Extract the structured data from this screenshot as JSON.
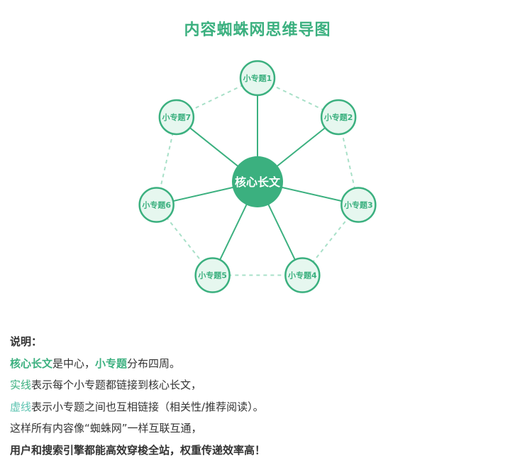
{
  "title": "内容蜘蛛网思维导图",
  "diagram": {
    "center": {
      "label": "核心长文"
    },
    "nodes": [
      {
        "id": 1,
        "label": "小专题1"
      },
      {
        "id": 2,
        "label": "小专题2"
      },
      {
        "id": 3,
        "label": "小专题3"
      },
      {
        "id": 4,
        "label": "小专题4"
      },
      {
        "id": 5,
        "label": "小专题5"
      },
      {
        "id": 6,
        "label": "小专题6"
      },
      {
        "id": 7,
        "label": "小专题7"
      }
    ],
    "links_solid": [
      [
        0,
        1
      ],
      [
        0,
        2
      ],
      [
        0,
        3
      ],
      [
        0,
        4
      ],
      [
        0,
        5
      ],
      [
        0,
        6
      ],
      [
        0,
        7
      ]
    ],
    "links_dashed": [
      [
        1,
        2
      ],
      [
        2,
        3
      ],
      [
        3,
        4
      ],
      [
        4,
        5
      ],
      [
        5,
        6
      ],
      [
        6,
        7
      ],
      [
        7,
        1
      ]
    ],
    "colors": {
      "accent": "#3bb07f",
      "node_fill": "#e6f7ef",
      "dashed": "#a8e0c8"
    }
  },
  "notes": {
    "heading": "说明：",
    "line1": {
      "a": "核心长文",
      "b": "是中心，",
      "c": "小专题",
      "d": "分布四周。"
    },
    "line2": {
      "a": "实线",
      "b": "表示每个小专题都链接到核心长文，"
    },
    "line3": {
      "a": "虚线",
      "b": "表示小专题之间也互相链接（相关性/推荐阅读）。"
    },
    "line4": "这样所有内容像“蜘蛛网”一样互联互通，",
    "line5": "用户和搜索引擎都能高效穿梭全站，权重传递效率高！"
  }
}
